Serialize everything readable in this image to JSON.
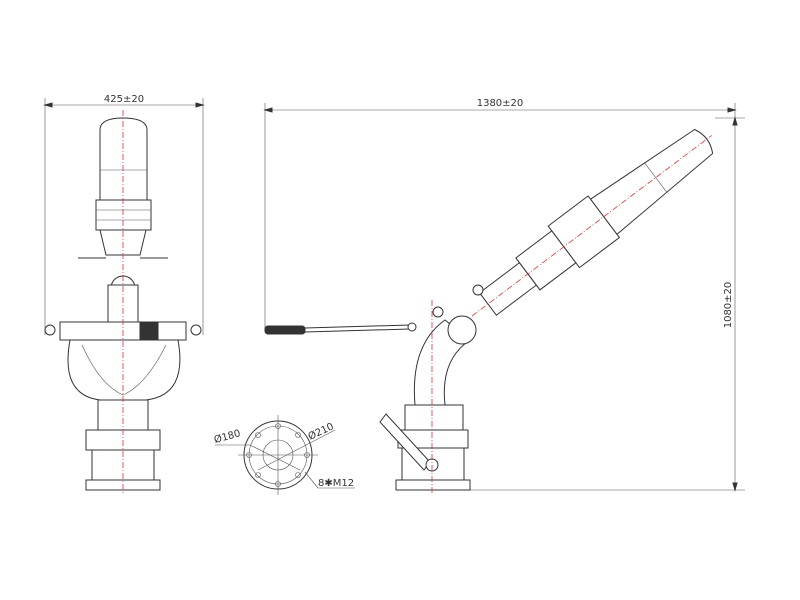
{
  "drawing": {
    "front_view": {
      "width_dimension": "425±20"
    },
    "side_view": {
      "length_dimension": "1380±20",
      "height_dimension": "1080±20"
    },
    "flange_view": {
      "inner_diameter": "Ø180",
      "outer_diameter": "Ø210",
      "bolts": "8✱M12"
    }
  },
  "colors": {
    "line": "#333333",
    "centerline": "#dd3333"
  }
}
